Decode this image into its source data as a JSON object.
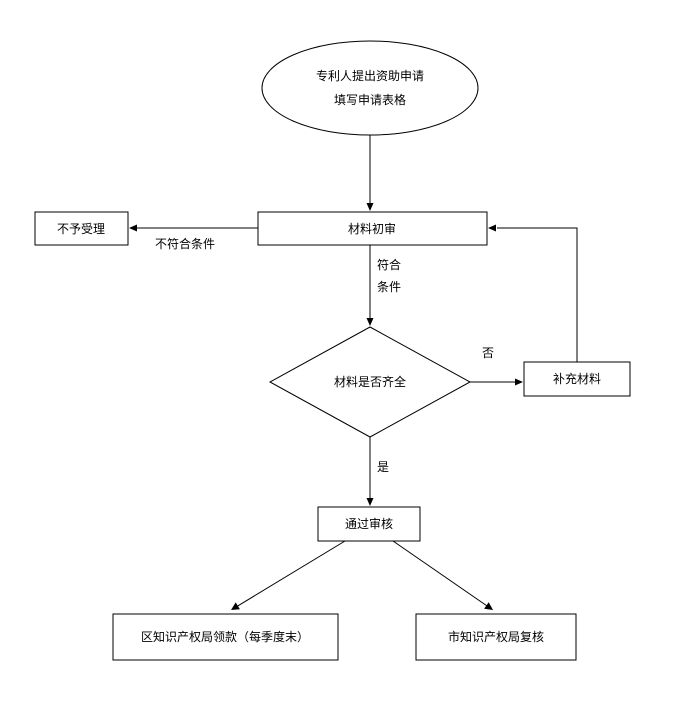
{
  "flowchart": {
    "start": {
      "line1": "专利人提出资助申请",
      "line2": "填写申请表格"
    },
    "initial_review": {
      "label": "材料初审"
    },
    "reject": {
      "label": "不予受理"
    },
    "decision": {
      "label": "材料是否齐全"
    },
    "supplement": {
      "label": "补充材料"
    },
    "approved": {
      "label": "通过审核"
    },
    "district_office": {
      "label": "区知识产权局领款（每季度末）"
    },
    "city_office": {
      "label": "市知识产权局复核"
    },
    "edge_labels": {
      "not_meet": "不符合条件",
      "meet_line1": "符合",
      "meet_line2": "条件",
      "no": "否",
      "yes": "是"
    }
  }
}
